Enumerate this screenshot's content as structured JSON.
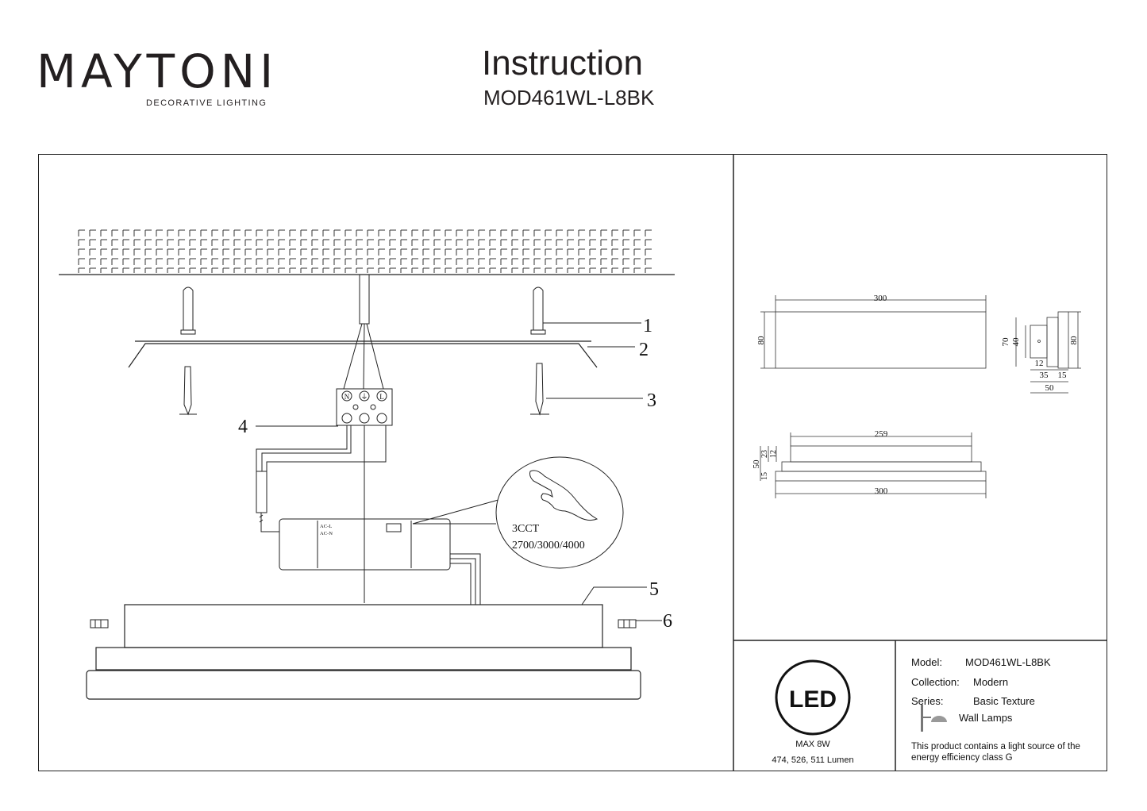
{
  "brand": {
    "name": "MAYTONI",
    "tagline": "DECORATIVE LIGHTING",
    "accent_color": "#7a2a6b"
  },
  "header": {
    "title": "Instruction",
    "model_code": "MOD461WL-L8BK"
  },
  "diagram": {
    "callouts": [
      "1",
      "2",
      "3",
      "4",
      "5",
      "6"
    ],
    "terminal_labels": [
      "N",
      "⏚",
      "L"
    ],
    "driver_labels": [
      "AC-L",
      "AC-N"
    ],
    "cct_label": "3CCT",
    "cct_values": "2700/3000/4000"
  },
  "dimensions": {
    "front": {
      "width": "300",
      "height": "80"
    },
    "side": {
      "d70": "70",
      "d40": "40",
      "d80": "80",
      "d12": "12",
      "d35": "35",
      "d15": "15",
      "d50": "50"
    },
    "top": {
      "inner": "259",
      "outer": "300",
      "d50": "50",
      "d23": "23",
      "d12": "12",
      "d15": "15"
    }
  },
  "specs": {
    "led_badge": "LED",
    "power": "MAX 8W",
    "lumen": "474, 526, 511 Lumen",
    "model_label": "Model:",
    "model_value": "MOD461WL-L8BK",
    "collection_label": "Collection:",
    "collection_value": "Modern",
    "series_label": "Series:",
    "series_value": "Basic Texture",
    "category": "Wall Lamps",
    "category_icon": "wall-lamp-icon",
    "energy_note": "This product contains a light source of the energy efficiency class G"
  }
}
